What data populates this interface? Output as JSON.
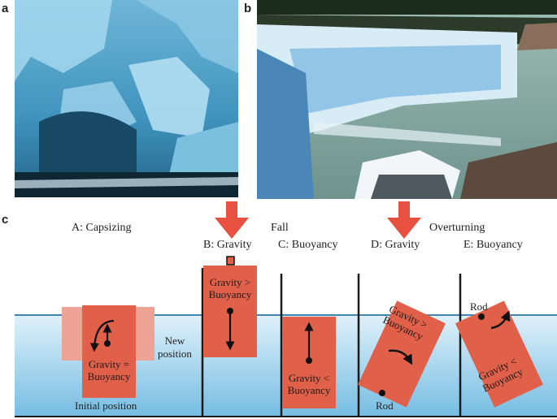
{
  "panels": {
    "a": "a",
    "b": "b",
    "c": "c"
  },
  "headings": {
    "capsizing": "A: Capsizing",
    "fall": "Fall",
    "overturning": "Overturning"
  },
  "subheadings": {
    "b": "B: Gravity",
    "c": "C: Buoyancy",
    "d": "D: Gravity",
    "e": "E: Buoyancy"
  },
  "box_labels": {
    "a_line1": "Gravity =",
    "a_line2": "Buoyancy",
    "b_line1": "Gravity >",
    "b_line2": "Buoyancy",
    "c_line1": "Gravity <",
    "c_line2": "Buoyancy",
    "d_line1": "Gravity >",
    "d_line2": "Buoyancy",
    "e_line1": "Gravity <",
    "e_line2": "Buoyancy"
  },
  "annotations": {
    "new_position_1": "New",
    "new_position_2": "position",
    "initial_position": "Initial position",
    "rod_d": "Rod",
    "rod_e": "Rod"
  },
  "colors": {
    "block": "#e0604a",
    "block_light": "#eda494",
    "arrow": "#e8513f",
    "water_top": "#d9eef9",
    "water_bottom": "#7fc1e3",
    "waterline": "#3f86b6"
  }
}
